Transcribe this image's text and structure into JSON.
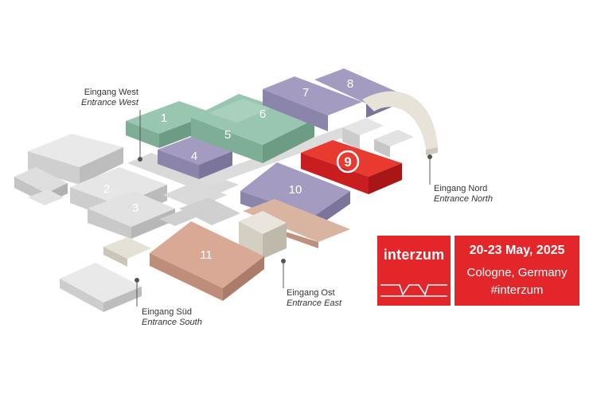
{
  "halls": [
    {
      "id": "1",
      "label": "1"
    },
    {
      "id": "2",
      "label": "2"
    },
    {
      "id": "3",
      "label": "3"
    },
    {
      "id": "4",
      "label": "4"
    },
    {
      "id": "5",
      "label": "5"
    },
    {
      "id": "6",
      "label": "6"
    },
    {
      "id": "7",
      "label": "7"
    },
    {
      "id": "8",
      "label": "8"
    },
    {
      "id": "9",
      "label": "9",
      "highlighted": true
    },
    {
      "id": "10",
      "label": "10"
    },
    {
      "id": "11",
      "label": "11"
    }
  ],
  "entrances": {
    "west": {
      "de": "Eingang West",
      "en": "Entrance West"
    },
    "north": {
      "de": "Eingang Nord",
      "en": "Entrance North"
    },
    "east": {
      "de": "Eingang Ost",
      "en": "Entrance East"
    },
    "south": {
      "de": "Eingang Süd",
      "en": "Entrance South"
    }
  },
  "event": {
    "brand": "interzum",
    "dates": "20-23 May, 2025",
    "location": "Cologne, Germany",
    "hashtag": "#interzum"
  },
  "colors": {
    "accent_red": "#e3262a",
    "hall_green": "#8ab9a3",
    "hall_purple": "#9790b2",
    "hall_salmon": "#c99c86",
    "hall_grey": "#d8d8d8"
  }
}
